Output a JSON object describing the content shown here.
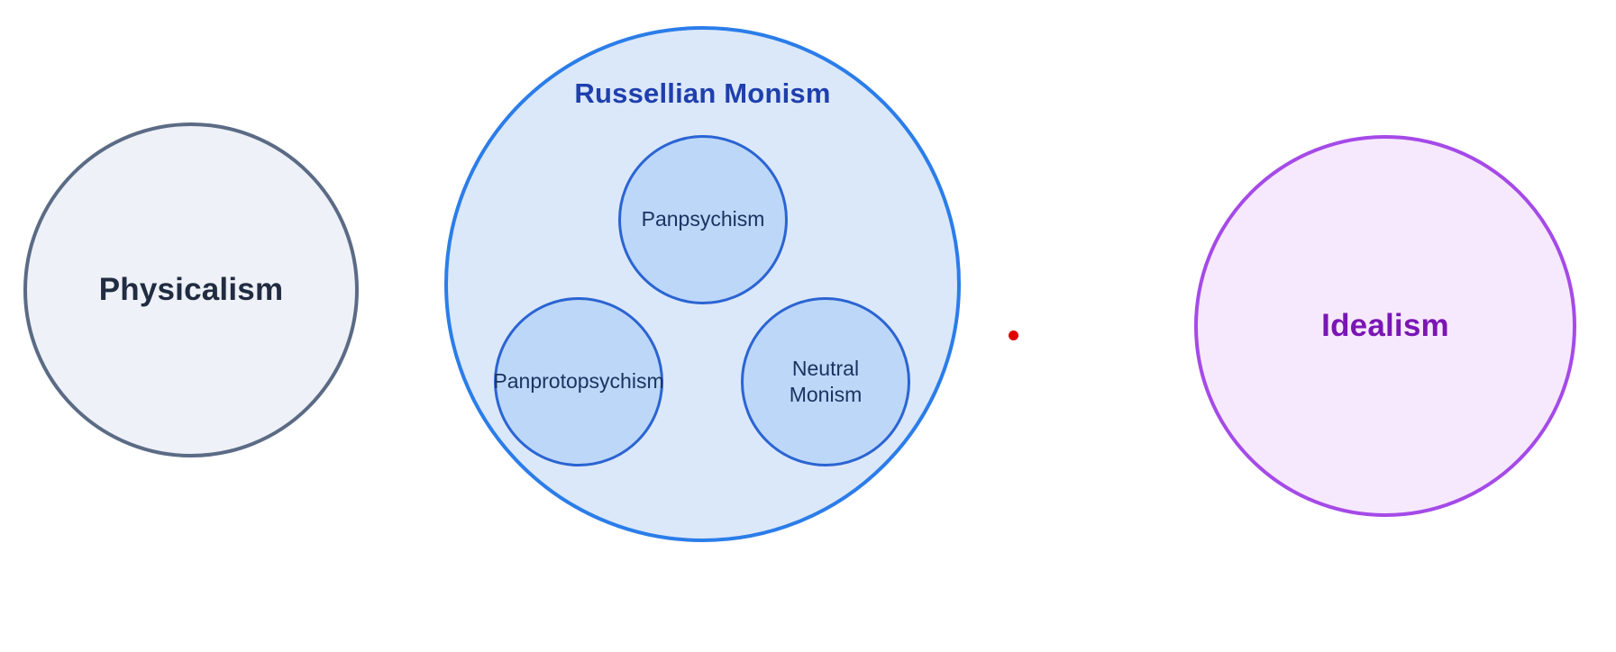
{
  "diagram": {
    "type": "venn-nested-circles",
    "background_color": "#ffffff",
    "groups": [
      {
        "id": "physicalism",
        "label": "Physicalism",
        "fill": "#eef1f7",
        "stroke": "#5b6b85",
        "text_color": "#212c42"
      },
      {
        "id": "russellian-monism",
        "label": "Russellian Monism",
        "fill": "#dbe8fa",
        "stroke": "#2b7de9",
        "text_color": "#1f3fad",
        "children": [
          {
            "id": "panpsychism",
            "label": "Panpsychism",
            "fill": "#bcd7f8",
            "stroke": "#2b64d2",
            "text_color": "#1b3361"
          },
          {
            "id": "panprotopsychism",
            "label": "Panprotopsychism",
            "fill": "#bcd7f8",
            "stroke": "#2b64d2",
            "text_color": "#1b3361"
          },
          {
            "id": "neutral-monism",
            "label": "Neutral\nMonism",
            "fill": "#bcd7f8",
            "stroke": "#2b64d2",
            "text_color": "#1b3361"
          }
        ]
      },
      {
        "id": "idealism",
        "label": "Idealism",
        "fill": "#f7e9fd",
        "stroke": "#a54ae8",
        "text_color": "#7a16b4"
      }
    ],
    "marker": {
      "name": "cursor-dot",
      "color": "#e00000"
    }
  }
}
